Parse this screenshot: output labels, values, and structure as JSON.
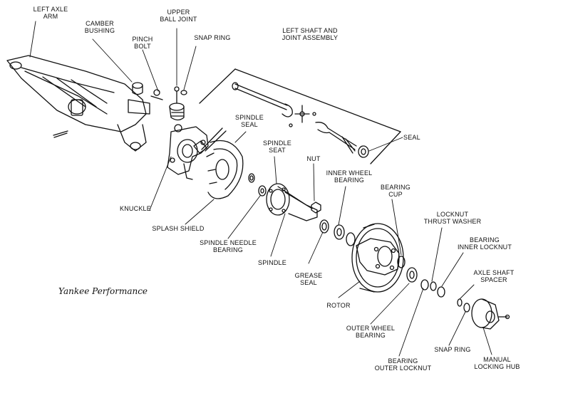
{
  "credit": "Yankee Performance",
  "labels": {
    "left_axle_arm": "LEFT AXLE\nARM",
    "camber_bushing": "CAMBER\nBUSHING",
    "pinch_bolt": "PINCH\nBOLT",
    "upper_ball_joint": "UPPER\nBALL JOINT",
    "snap_ring_top": "SNAP RING",
    "left_shaft_joint": "LEFT SHAFT AND\nJOINT ASSEMBLY",
    "spindle_seal": "SPINDLE\nSEAL",
    "spindle_seat": "SPINDLE\nSEAT",
    "seal": "SEAL",
    "nut": "NUT",
    "inner_wheel_bearing": "INNER WHEEL\nBEARING",
    "bearing_cup": "BEARING\nCUP",
    "knuckle": "KNUCKLE",
    "locknut_thrust_washer": "LOCKNUT\nTHRUST WASHER",
    "bearing_inner_locknut": "BEARING\nINNER LOCKNUT",
    "splash_shield": "SPLASH SHIELD",
    "spindle_needle_bearing": "SPINDLE NEEDLE\nBEARING",
    "axle_shaft_spacer": "AXLE SHAFT\nSPACER",
    "spindle": "SPINDLE",
    "grease_seal": "GREASE\nSEAL",
    "rotor": "ROTOR",
    "outer_wheel_bearing": "OUTER WHEEL\nBEARING",
    "snap_ring_bottom": "SNAP RING",
    "bearing_outer_locknut": "BEARING\nOUTER LOCKNUT",
    "manual_locking_hub": "MANUAL\nLOCKING HUB"
  }
}
